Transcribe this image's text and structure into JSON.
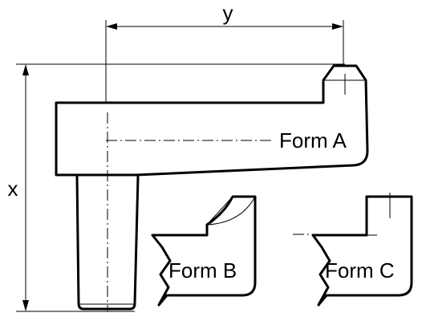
{
  "labels": {
    "dim_x": "x",
    "dim_y": "y",
    "form_a": "Form A",
    "form_b": "Form B",
    "form_c": "Form C"
  }
}
